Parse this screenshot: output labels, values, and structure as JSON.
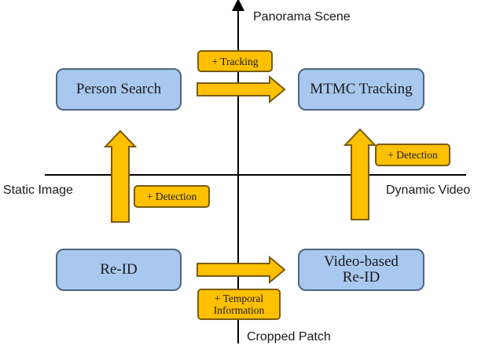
{
  "axes": {
    "top": "Panorama Scene",
    "bottom": "Cropped Patch",
    "left": "Static Image",
    "right": "Dynamic Video"
  },
  "boxes": {
    "person_search": "Person Search",
    "mtmc_tracking": "MTMC Tracking",
    "reid": "Re-ID",
    "video_reid": "Video-based\nRe-ID"
  },
  "tags": {
    "tracking": "+ Tracking",
    "detection_left": "+ Detection",
    "detection_right": "+ Detection",
    "temporal": "+ Temporal\nInformation"
  },
  "colors": {
    "box_fill": "#a9c8ef",
    "box_border": "#4f6680",
    "arrow_fill": "#ffc000",
    "arrow_border": "#7a5c10"
  }
}
